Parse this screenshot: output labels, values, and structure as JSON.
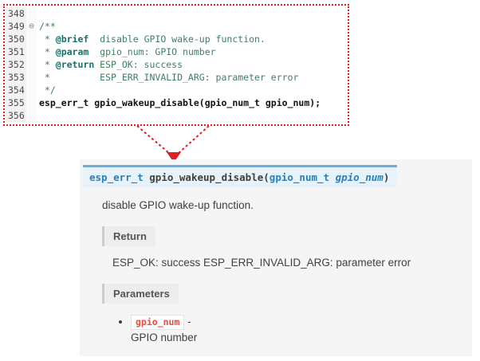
{
  "colors": {
    "highlight_border_red": "#e02020",
    "comment_green": "#3f7f5f",
    "doc_tag_teal": "#16706a",
    "signature_bg": "#e7f2fa",
    "signature_border_blue": "#6ab0de",
    "link_blue": "#2980b9",
    "inline_code_red": "#e74c3c",
    "doc_panel_bg": "#f5f5f5"
  },
  "code": {
    "fold_icon": "⊖",
    "lines": {
      "l348": {
        "num": "348",
        "text": ""
      },
      "l349": {
        "num": "349",
        "text": "/**"
      },
      "l350": {
        "num": "350",
        "pre": " * ",
        "tag": "@brief",
        "rest": "  disable GPIO wake-up function."
      },
      "l351": {
        "num": "351",
        "pre": " * ",
        "tag": "@param",
        "rest": "  gpio_num: GPIO number"
      },
      "l352": {
        "num": "352",
        "pre": " * ",
        "tag": "@return",
        "rest": " ESP_OK: success"
      },
      "l353": {
        "num": "353",
        "text": " *         ESP_ERR_INVALID_ARG: parameter error"
      },
      "l354": {
        "num": "354",
        "text": " */"
      },
      "l355": {
        "num": "355",
        "text": "esp_err_t gpio_wakeup_disable(gpio_num_t gpio_num);"
      },
      "l356": {
        "num": "356",
        "text": ""
      }
    }
  },
  "doc": {
    "signature": {
      "return_type": "esp_err_t ",
      "name": "gpio_wakeup_disable",
      "open_paren": "(",
      "param_type": "gpio_num_t ",
      "param_name": "gpio_num",
      "close_paren": ")"
    },
    "description": "disable GPIO wake-up function.",
    "return_section": {
      "header": "Return",
      "text": "ESP_OK: success ESP_ERR_INVALID_ARG: parameter error"
    },
    "parameters_section": {
      "header": "Parameters",
      "item": {
        "name": "gpio_num",
        "separator": " -",
        "description": "GPIO number"
      }
    }
  }
}
